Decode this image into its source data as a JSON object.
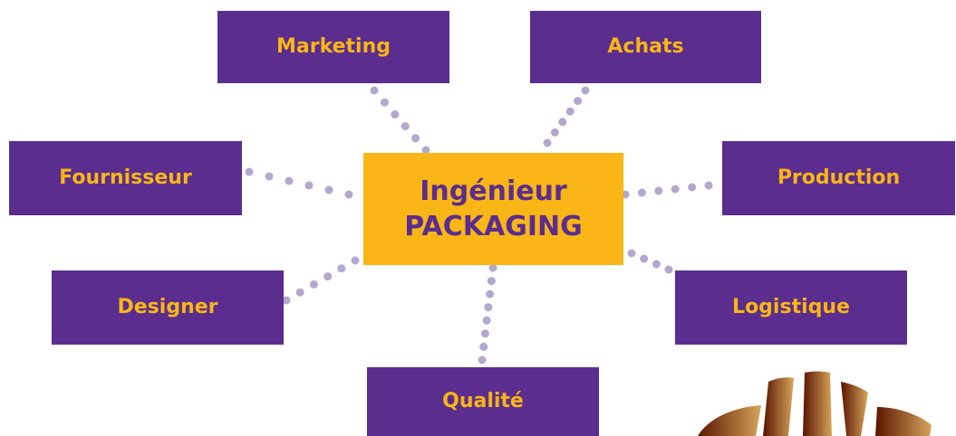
{
  "colors": {
    "dept_fill": "#5b2d8e",
    "dept_text": "#f9b616",
    "center_fill": "#f9b616",
    "center_text": "#5b2d8e",
    "connector_dot": "#b3a7cf",
    "logo_dark": "#5a1400",
    "logo_light": "#d6a55a"
  },
  "diagram": {
    "center": {
      "line1": "Ingénieur",
      "line2": "PACKAGING"
    },
    "departments": {
      "marketing": "Marketing",
      "achats": "Achats",
      "fournisseur": "Fournisseur",
      "production": "Production",
      "designer": "Designer",
      "logistique": "Logistique",
      "qualite": "Qualité"
    },
    "connector_style": "dotted"
  }
}
